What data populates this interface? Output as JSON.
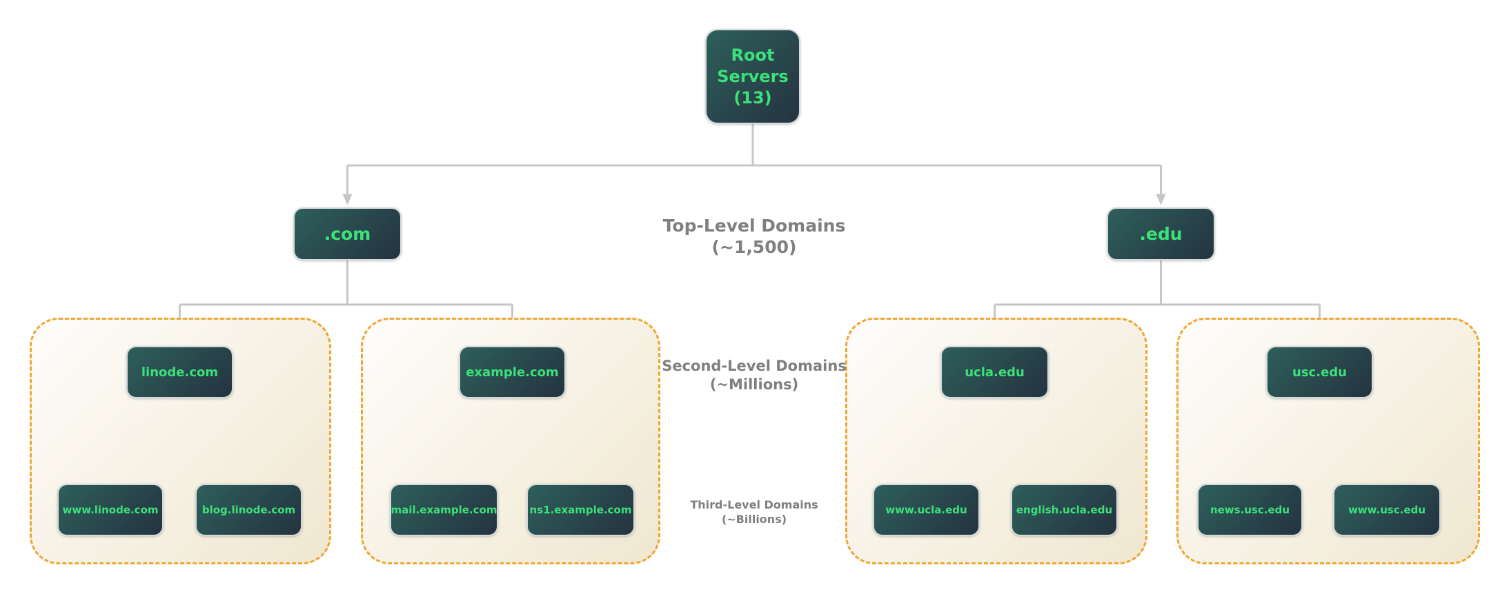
{
  "root": {
    "label": "Root\nServers\n(13)"
  },
  "tlds": [
    {
      "label": ".com",
      "children": [
        {
          "label": "linode.com",
          "children": [
            {
              "label": "www.linode.com"
            },
            {
              "label": "blog.linode.com"
            }
          ]
        },
        {
          "label": "example.com",
          "children": [
            {
              "label": "mail.example.com"
            },
            {
              "label": "ns1.example.com"
            }
          ]
        }
      ]
    },
    {
      "label": ".edu",
      "children": [
        {
          "label": "ucla.edu",
          "children": [
            {
              "label": "www.ucla.edu"
            },
            {
              "label": "english.ucla.edu"
            }
          ]
        },
        {
          "label": "usc.edu",
          "children": [
            {
              "label": "news.usc.edu"
            },
            {
              "label": "www.usc.edu"
            }
          ]
        }
      ]
    }
  ],
  "level_labels": [
    {
      "title": "Top-Level Domains",
      "subtitle": "(~1,500)"
    },
    {
      "title": "Second-Level Domains",
      "subtitle": "(~Millions)"
    },
    {
      "title": "Third-Level Domains",
      "subtitle": "(~Billions)"
    }
  ],
  "colors": {
    "node_text": "#3ce279",
    "node_grad_start": "#2e5f5b",
    "node_grad_end": "#243340",
    "node_border": "#d6dadb",
    "container_border": "#f0a62e",
    "container_bg_start": "#fefdfb",
    "container_bg_end": "#f0e7d0",
    "connector": "#c7c7c7",
    "label_text": "#7f7f7f"
  }
}
